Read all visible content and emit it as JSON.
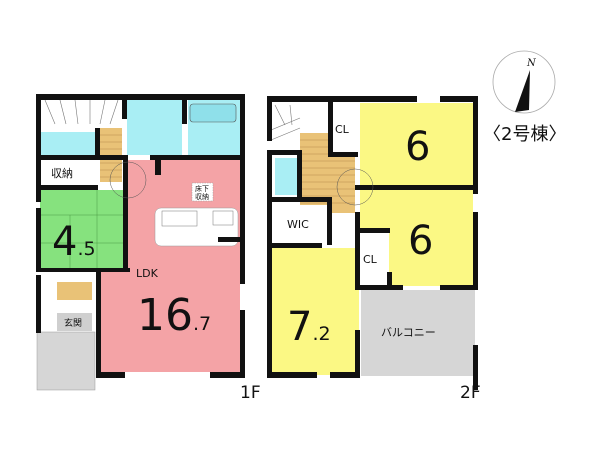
{
  "building_label": "〈2号棟〉",
  "compass": {
    "north_label": "N"
  },
  "floor1": {
    "label": "1F",
    "rooms": {
      "storage": "収納",
      "japanese_room": {
        "main": "4",
        "decimal": ".5"
      },
      "ldk": {
        "name": "LDK",
        "main": "16",
        "decimal": ".7"
      },
      "underfloor_storage": [
        "床下",
        "収納"
      ],
      "entrance": "玄関"
    }
  },
  "floor2": {
    "label": "2F",
    "rooms": {
      "closet_1": "CL",
      "closet_2": "CL",
      "wic": "WIC",
      "bedroom_1": "6",
      "bedroom_2": "6",
      "bedroom_3": {
        "main": "7",
        "decimal": ".2"
      },
      "balcony": "バルコニー"
    }
  },
  "colors": {
    "japanese_room": "#86e27e",
    "ldk": "#f4a3a6",
    "bedroom": "#fbf884",
    "wet_area": "#a9eef4",
    "stairs": "#e9c277",
    "entrance": "#cfcfcf",
    "balcony": "#d6d6d6"
  }
}
